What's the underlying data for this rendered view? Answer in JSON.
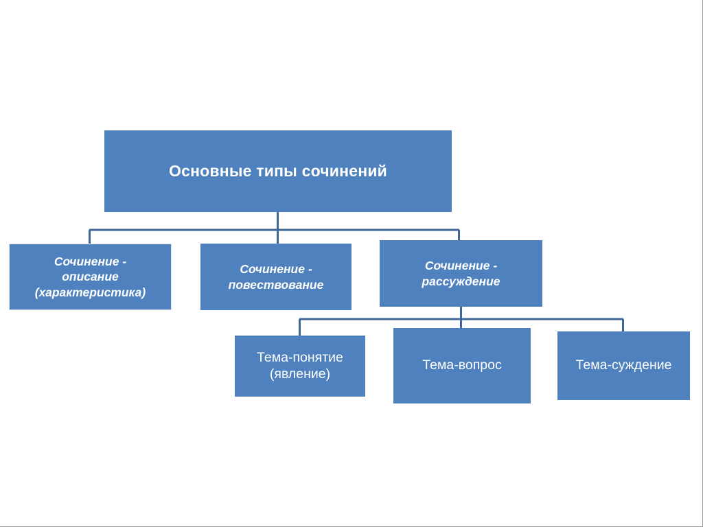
{
  "diagram": {
    "title": "Основные типы сочинений",
    "palette": {
      "box_fill": "#4e81bd",
      "box_text": "#ffffff",
      "connector": "#3f6698",
      "outline": "#d7e3f0",
      "background": "#ffffff",
      "frame": "#9a9a9a"
    },
    "nodes": {
      "root": {
        "label": "Основные типы сочинений",
        "level": 1
      },
      "level2": [
        {
          "id": "sochinenie-opisanie",
          "label": "Сочинение -\nописание\n(характеристика)",
          "level": 2
        },
        {
          "id": "sochinenie-povestvovanie",
          "label": "Сочинение -\nповествование",
          "level": 2
        },
        {
          "id": "sochinenie-rassuzhdenie",
          "label": "Сочинение -\nрассуждение",
          "level": 2
        }
      ],
      "level3": [
        {
          "id": "tema-ponyatie",
          "label": "Тема-понятие\n(явление)",
          "level": 3
        },
        {
          "id": "tema-vopros",
          "label": "Тема-вопрос",
          "level": 3
        },
        {
          "id": "tema-suzhdenie",
          "label": "Тема-суждение",
          "level": 3
        }
      ]
    }
  }
}
